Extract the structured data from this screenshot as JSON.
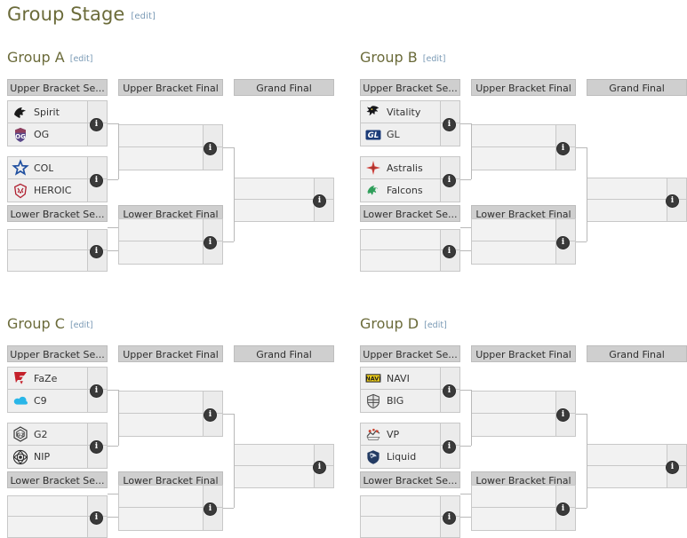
{
  "page": {
    "title": "Group Stage",
    "edit_label": "[edit]"
  },
  "rounds": {
    "upper_semi": "Upper Bracket Se...",
    "upper_final": "Upper Bracket Final",
    "grand_final": "Grand Final",
    "lower_semi": "Lower Bracket Se...",
    "lower_final": "Lower Bracket Final"
  },
  "info_badge": "i",
  "colors": {
    "heading": "#6b6b3a",
    "edit_link": "#7a9ab5",
    "round_header_bg": "#cfcfcf",
    "match_bg": "#efefef",
    "match_border": "#c8c8c8",
    "connector": "#b9b9b9",
    "info_badge_bg": "#3a3a3a"
  },
  "groups": [
    {
      "name": "Group A",
      "edit_label": "[edit]",
      "matches": [
        {
          "teams": [
            {
              "name": "Spirit",
              "logo": "spirit-logo"
            },
            {
              "name": "OG",
              "logo": "og-logo"
            }
          ]
        },
        {
          "teams": [
            {
              "name": "COL",
              "logo": "col-logo"
            },
            {
              "name": "HEROIC",
              "logo": "heroic-logo"
            }
          ]
        }
      ]
    },
    {
      "name": "Group B",
      "edit_label": "[edit]",
      "matches": [
        {
          "teams": [
            {
              "name": "Vitality",
              "logo": "vitality-logo"
            },
            {
              "name": "GL",
              "logo": "gl-logo"
            }
          ]
        },
        {
          "teams": [
            {
              "name": "Astralis",
              "logo": "astralis-logo"
            },
            {
              "name": "Falcons",
              "logo": "falcons-logo"
            }
          ]
        }
      ]
    },
    {
      "name": "Group C",
      "edit_label": "[edit]",
      "matches": [
        {
          "teams": [
            {
              "name": "FaZe",
              "logo": "faze-logo"
            },
            {
              "name": "C9",
              "logo": "c9-logo"
            }
          ]
        },
        {
          "teams": [
            {
              "name": "G2",
              "logo": "g2-logo"
            },
            {
              "name": "NIP",
              "logo": "nip-logo"
            }
          ]
        }
      ]
    },
    {
      "name": "Group D",
      "edit_label": "[edit]",
      "matches": [
        {
          "teams": [
            {
              "name": "NAVI",
              "logo": "navi-logo"
            },
            {
              "name": "BIG",
              "logo": "big-logo"
            }
          ]
        },
        {
          "teams": [
            {
              "name": "VP",
              "logo": "vp-logo"
            },
            {
              "name": "Liquid",
              "logo": "liquid-logo"
            }
          ]
        }
      ]
    }
  ]
}
